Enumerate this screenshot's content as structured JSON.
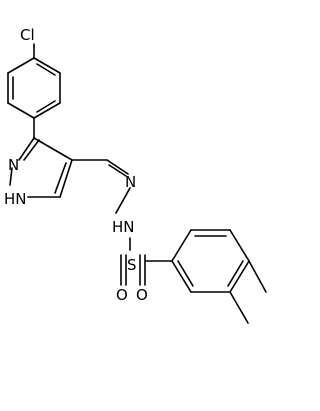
{
  "molecule": {
    "atoms": {
      "cl": "Cl",
      "n1": "N",
      "nh_ring": "HN",
      "n_imine": "N",
      "nh_sulfonamide": "HN",
      "s": "S",
      "o_left": "O",
      "o_right": "O"
    }
  }
}
